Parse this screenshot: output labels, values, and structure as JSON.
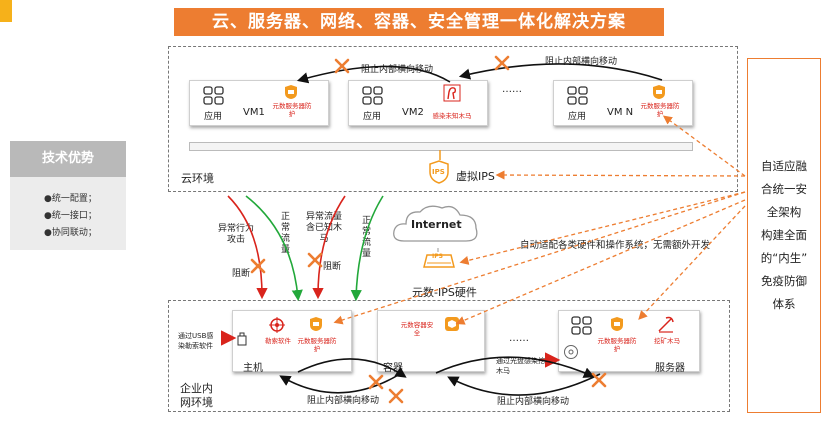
{
  "title": "云、服务器、网络、容器、安全管理一体化解决方案",
  "cloud": {
    "label": "云环境",
    "vm1": {
      "app": "应用",
      "name": "VM1",
      "agent": "元数服务器防护"
    },
    "vm2": {
      "app": "应用",
      "name": "VM2",
      "threat": "感染未知木马"
    },
    "vmn": {
      "app": "应用",
      "name": "VM N",
      "agent": "元数服务器防护"
    },
    "ellipsis": "……",
    "block_top_1": "阻止内部横向移动",
    "block_top_2": "阻止内部横向移动",
    "virtual_ips": "虚拟IPS",
    "ips_icon_text": "IPS"
  },
  "advantages": {
    "heading": "技术优势",
    "items": [
      "●统一配置；",
      "●统一接口；",
      "●协同联动；"
    ]
  },
  "network": {
    "internet": "Internet",
    "hw_ips": "元数-IPS硬件",
    "hw_ips_icon_text": "IPS",
    "adapt_text": "自动适配各类硬件和操作系统，无需额外开发",
    "flow_abnormal": "异常行为攻击",
    "flow_normal_1": "正常流量",
    "flow_abnormal_known": "异常流量含已知木马",
    "flow_normal_2": "正常流量",
    "block_1": "阻断",
    "block_2": "阻断"
  },
  "enterprise": {
    "label": "企业内网环境",
    "usb_text": "通过USB感染勒索软件",
    "ransomware": "勒索软件",
    "host_agent": "元数服务器防护",
    "host": "主机",
    "container_agent": "元数容器安全",
    "container": "容器",
    "ellipsis": "……",
    "disc_text": "通过光盘感染挖矿木马",
    "server_agent": "元数服务器防护",
    "miner": "挖矿木马",
    "server": "服务器",
    "block_bottom_1": "阻止内部横向移动",
    "block_bottom_2": "阻止内部横向移动"
  },
  "side_note": {
    "lines": [
      "自适应融",
      "合统一安",
      "全架构",
      "构建全面",
      "的“内生”",
      "免疫防御",
      "体系"
    ]
  },
  "colors": {
    "accent": "#ed7d31",
    "danger": "#d9241c",
    "normal": "#22a83a",
    "badge": "#f39a1e"
  }
}
